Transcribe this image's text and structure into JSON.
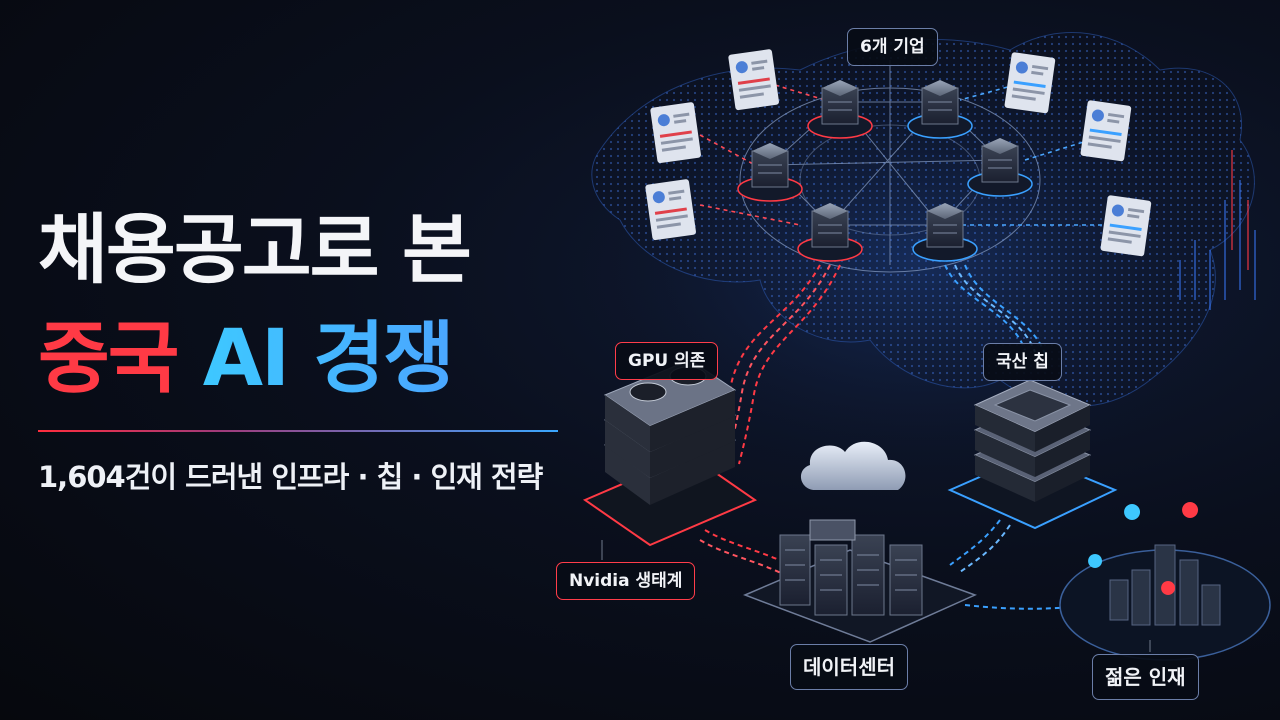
{
  "headline": {
    "line1": "채용공고로 본",
    "line2_red": "중국",
    "line2_blue": "AI 경쟁"
  },
  "subtitle": "1,604건이 드러낸 인프라 · 칩 · 인재 전략",
  "labels": {
    "companies": "6개 기업",
    "gpu": "GPU 의존",
    "domestic_chip": "국산 칩",
    "nvidia": "Nvidia 생태계",
    "datacenter": "데이터센터",
    "talent": "젊은 인재"
  },
  "colors": {
    "red_accent": "#ff3a45",
    "blue_accent": "#3ec8ff",
    "background": "#07090f"
  }
}
